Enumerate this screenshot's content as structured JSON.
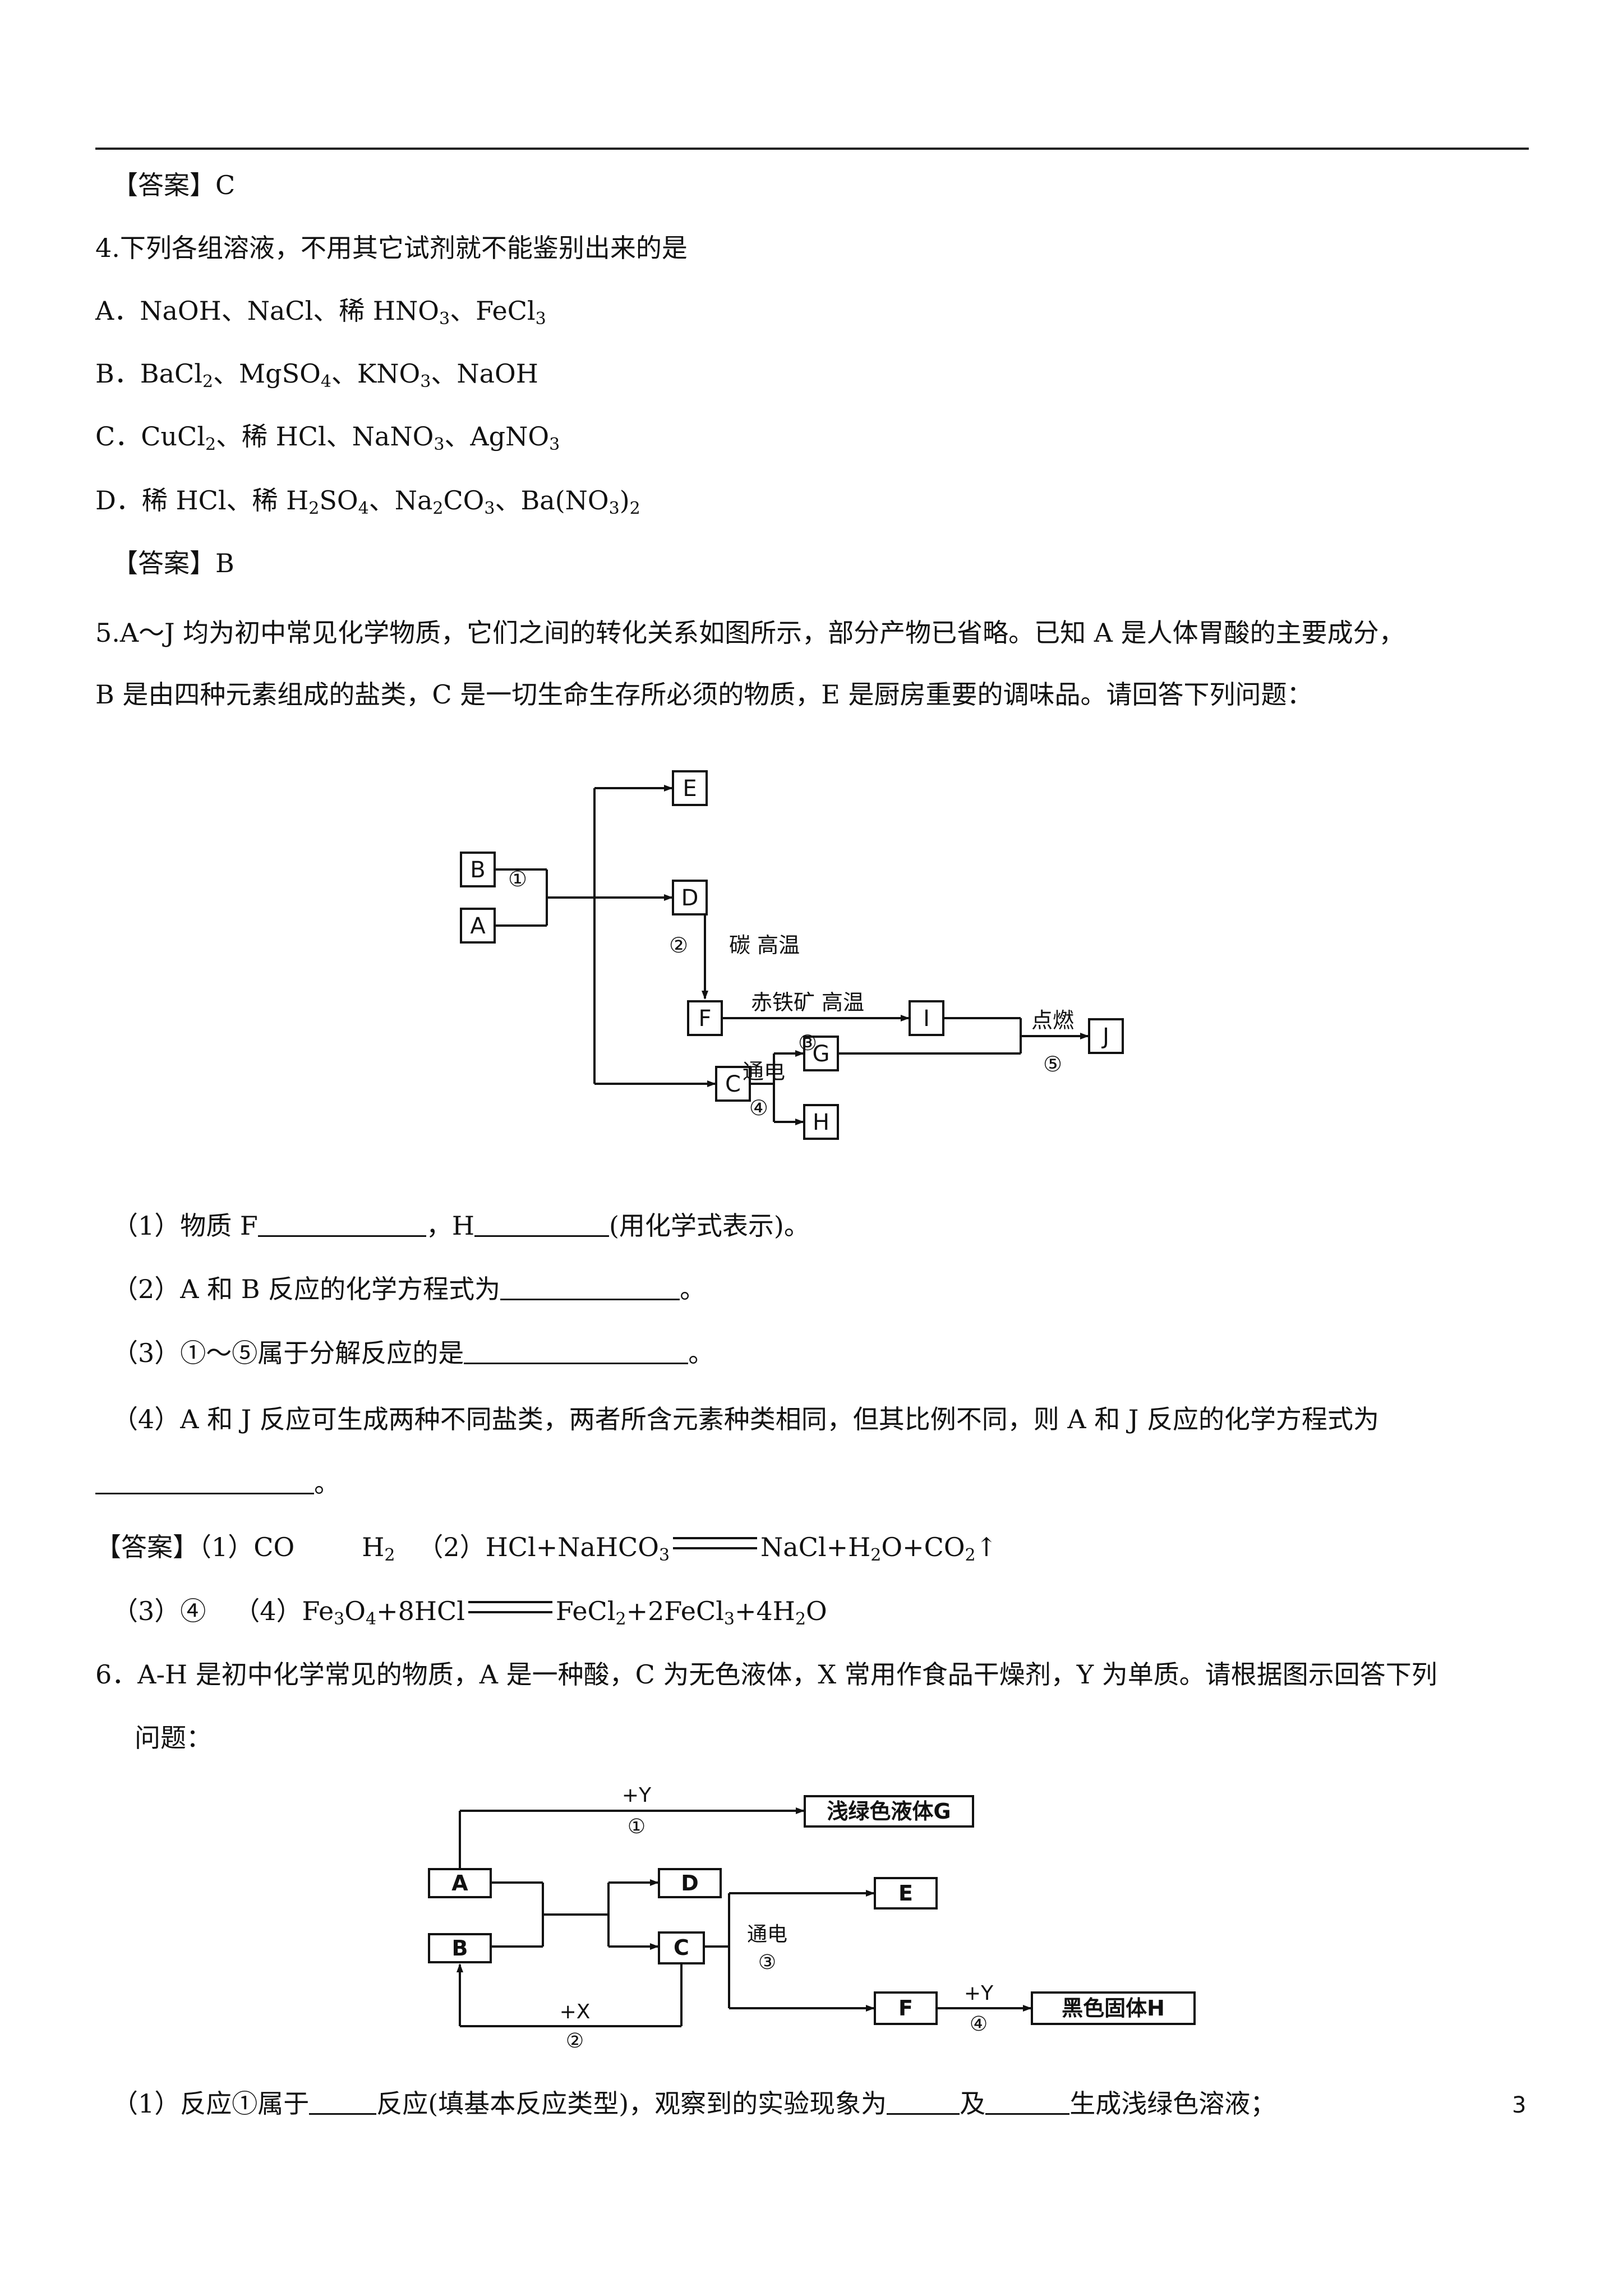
{
  "answer_label": "【答案】",
  "q3_answer": "C",
  "q4": {
    "stem": "4.下列各组溶液，不用其它试剂就不能鉴别出来的是",
    "A": "A．NaOH、NaCl、稀 HNO",
    "B": "B．BaCl",
    "C": "C．CuCl",
    "D": "D．稀 HCl、稀 H",
    "answer": "B"
  },
  "q5": {
    "stem1": "5.A～J 均为初中常见化学物质，它们之间的转化关系如图所示，部分产物已省略。已知 A 是人体胃酸的主要成分，",
    "stem2": "B 是由四种元素组成的盐类，C 是一切生命生存所必须的物质，E 是厨房重要的调味品。请回答下列问题：",
    "diagram": {
      "nodes": [
        "A",
        "B",
        "C",
        "D",
        "E",
        "F",
        "G",
        "H",
        "I",
        "J"
      ],
      "r1": "①",
      "r2": "②",
      "r2_cond": "碳 高温",
      "r3": "③",
      "r3_cond": "赤铁矿 高温",
      "r4": "④",
      "r4_cond": "通电",
      "r5": "⑤",
      "r5_cond": "点燃"
    },
    "sub1_a": "（1）物质 F",
    "sub1_b": "，H",
    "sub1_c": "(用化学式表示)。",
    "sub2_a": "（2）A 和 B 反应的化学方程式为",
    "sub2_b": "。",
    "sub3_a": "（3）①～⑤属于分解反应的是",
    "sub3_b": "。",
    "sub4": "（4）A 和 J 反应可生成两种不同盐类，两者所含元素种类相同，但其比例不同，则 A 和 J 反应的化学方程式为",
    "sub4_end": "。",
    "ans1_a": "（1）CO",
    "ans1_b": "H",
    "ans1_c": "（2）HCl+NaHCO",
    "ans1_d": "NaCl+H",
    "ans1_e": "O+CO",
    "ans2_a": "（3）④",
    "ans2_b": "（4）Fe",
    "ans2_c": "O",
    "ans2_d": "+8HCl",
    "ans2_e": "FeCl",
    "ans2_f": "+2FeCl",
    "ans2_g": "+4H",
    "ans2_h": "O"
  },
  "q6": {
    "stem1": "6．A-H 是初中化学常见的物质，A 是一种酸，C 为无色液体，X 常用作食品干燥剂，Y 为单质。请根据图示回答下列",
    "stem2": "问题：",
    "diagram": {
      "A": "A",
      "B": "B",
      "C": "C",
      "D": "D",
      "E": "E",
      "F": "F",
      "G": "浅绿色液体G",
      "H": "黑色固体H",
      "r1_cond": "+Y",
      "r1": "①",
      "r2_cond": "+X",
      "r2": "②",
      "r3_cond": "通电",
      "r3": "③",
      "r4_cond": "+Y",
      "r4": "④"
    },
    "sub1_a": "（1）反应①属于",
    "sub1_b": "反应(填基本反应类型)，观察到的实验现象为",
    "sub1_c": "及",
    "sub1_d": "生成浅绿色溶液；"
  },
  "page_number": "3"
}
